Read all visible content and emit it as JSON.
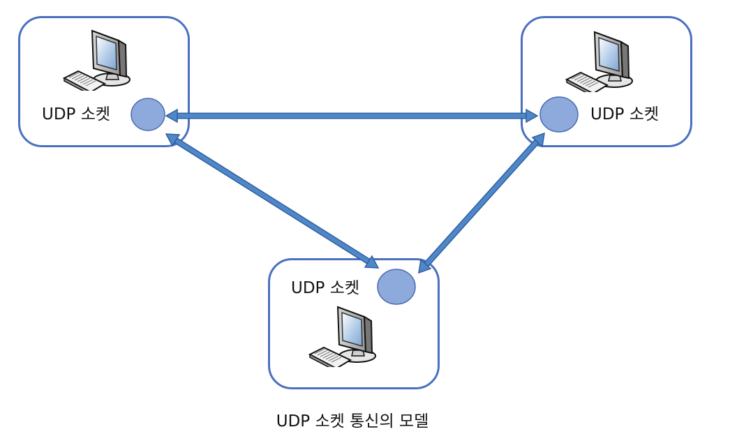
{
  "nodes": [
    {
      "id": "top-left",
      "socket_label": "UDP 소켓"
    },
    {
      "id": "top-right",
      "socket_label": "UDP 소켓"
    },
    {
      "id": "bottom",
      "socket_label": "UDP 소켓"
    }
  ],
  "caption": "UDP 소켓 통신의 모델",
  "colors": {
    "box_border": "#4a70c0",
    "socket_fill": "#8ea9db",
    "socket_stroke": "#4a6cb0",
    "arrow": "#4f87c9",
    "arrow_outline": "#2f5f9e"
  },
  "icons": [
    "desktop-computer-icon",
    "socket-icon"
  ]
}
